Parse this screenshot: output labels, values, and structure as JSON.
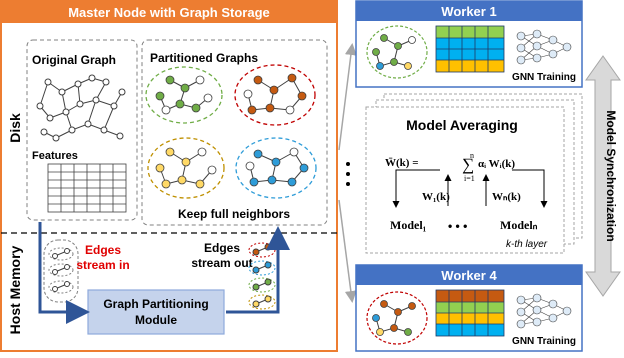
{
  "master": {
    "title": "Master Node with Graph Storage",
    "disk_label": "Disk",
    "host_memory_label": "Host Memory",
    "original_graph_label": "Original Graph",
    "features_label": "Features",
    "partitioned_graphs_label": "Partitioned Graphs",
    "keep_full_neighbors_label": "Keep full neighbors",
    "edges_in_label_1": "Edges",
    "edges_in_label_2": "stream in",
    "edges_out_label_1": "Edges",
    "edges_out_label_2": "stream out",
    "partitioning_module_1": "Graph Partitioning",
    "partitioning_module_2": "Module"
  },
  "workers": [
    {
      "title": "Worker 1",
      "training_label": "GNN Training"
    },
    {
      "title": "Worker 4",
      "training_label": "GNN Training"
    }
  ],
  "model_averaging": {
    "title": "Model Averaging",
    "formula_lhs": "W̄(k) =",
    "formula_sum_top": "n",
    "formula_sum_bottom": "i=1",
    "formula_term": "αᵢ Wᵢ(k)",
    "w1_label": "W₁(k)",
    "wn_label": "Wₙ(k)",
    "model1_label": "Model₁",
    "dots_label": "• • •",
    "modeln_label": "Modelₙ",
    "layer_label": "k-th layer"
  },
  "model_sync_label": "Model Synchronization",
  "colors": {
    "master_orange": "#ED7D31",
    "worker_blue": "#4472C4",
    "green": "#70AD47",
    "orange_node": "#C55A11",
    "yellow_node": "#FFD966",
    "cyan_node": "#2E9CD8",
    "red_text": "#E00000",
    "module_fill": "#C5D3EC",
    "grey_arrow": "#D9D9D9"
  }
}
